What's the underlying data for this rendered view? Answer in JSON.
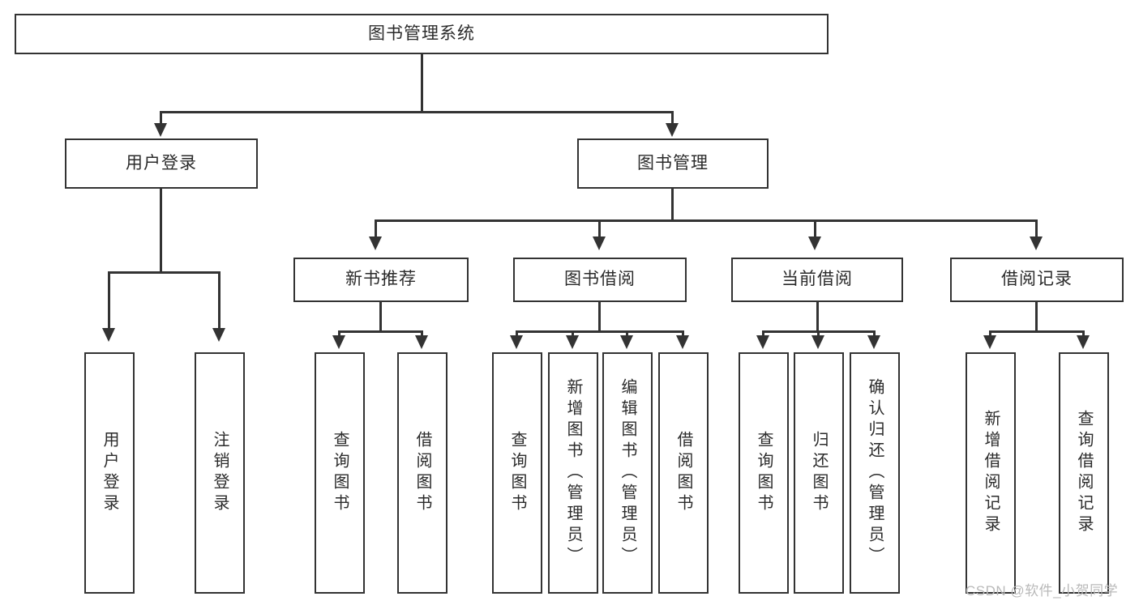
{
  "diagram": {
    "type": "tree",
    "title": "图书管理系统",
    "watermark": "CSDN @软件_小贺同学",
    "colors": {
      "stroke": "#333333",
      "text": "#2b2b2b",
      "background": "#ffffff",
      "watermark": "#b9b9b9"
    },
    "levels": {
      "root": {
        "label": "图书管理系统"
      },
      "level2": [
        {
          "id": "user-login",
          "label": "用户登录"
        },
        {
          "id": "book-manage",
          "label": "图书管理"
        }
      ],
      "level3": [
        {
          "id": "new-book-recommend",
          "label": "新书推荐",
          "parent": "book-manage"
        },
        {
          "id": "book-borrow",
          "label": "图书借阅",
          "parent": "book-manage"
        },
        {
          "id": "current-borrow",
          "label": "当前借阅",
          "parent": "book-manage"
        },
        {
          "id": "borrow-record",
          "label": "借阅记录",
          "parent": "book-manage"
        }
      ],
      "leaves": {
        "user-login": [
          {
            "id": "leaf-user-login",
            "label": "用户登录"
          },
          {
            "id": "leaf-logout",
            "label": "注销登录"
          }
        ],
        "new-book-recommend": [
          {
            "id": "leaf-query-book-1",
            "label": "查询图书"
          },
          {
            "id": "leaf-borrow-book-1",
            "label": "借阅图书"
          }
        ],
        "book-borrow": [
          {
            "id": "leaf-query-book-2",
            "label": "查询图书"
          },
          {
            "id": "leaf-add-book",
            "label": "新增图书（管理员）"
          },
          {
            "id": "leaf-edit-book",
            "label": "编辑图书（管理员）"
          },
          {
            "id": "leaf-borrow-book-2",
            "label": "借阅图书"
          }
        ],
        "current-borrow": [
          {
            "id": "leaf-query-book-3",
            "label": "查询图书"
          },
          {
            "id": "leaf-return-book",
            "label": "归还图书"
          },
          {
            "id": "leaf-confirm-return",
            "label": "确认归还（管理员）"
          }
        ],
        "borrow-record": [
          {
            "id": "leaf-add-record",
            "label": "新增借阅记录"
          },
          {
            "id": "leaf-query-record",
            "label": "查询借阅记录"
          }
        ]
      }
    }
  }
}
